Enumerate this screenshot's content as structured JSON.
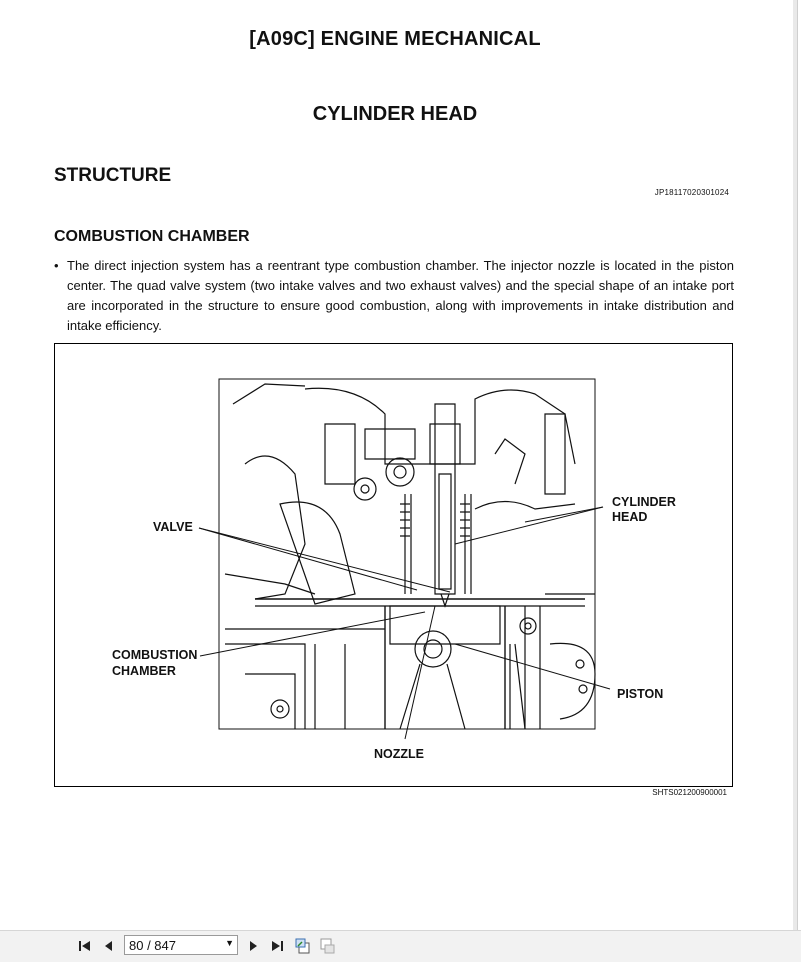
{
  "document": {
    "chapter_title": "[A09C] ENGINE MECHANICAL",
    "section_title": "CYLINDER HEAD",
    "heading": "STRUCTURE",
    "doc_code": "JP18117020301024",
    "subheading": "COMBUSTION CHAMBER",
    "bullet_text": "The direct injection system has a reentrant type combustion chamber. The injector nozzle is located in the piston center. The quad valve system (two intake valves and two exhaust valves) and the special shape of an intake port are incorporated in the structure to ensure good combustion, along with improvements in intake distribution and intake efficiency.",
    "figure_code": "SHTS021200900001"
  },
  "figure": {
    "labels": {
      "valve": "VALVE",
      "cylinder_head_1": "CYLINDER",
      "cylinder_head_2": "HEAD",
      "combustion_chamber_1": "COMBUSTION",
      "combustion_chamber_2": "CHAMBER",
      "piston": "PISTON",
      "nozzle": "NOZZLE"
    }
  },
  "toolbar": {
    "page_indicator": "80 / 847",
    "icons": [
      "first-page-icon",
      "previous-page-icon",
      "next-page-icon",
      "last-page-icon",
      "previous-view-icon",
      "next-view-icon"
    ]
  }
}
